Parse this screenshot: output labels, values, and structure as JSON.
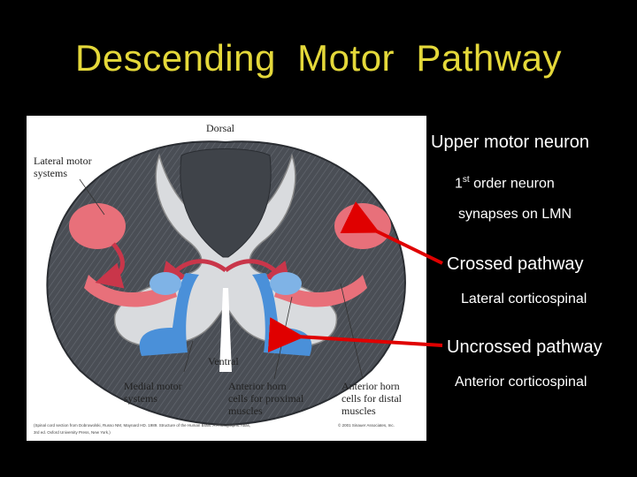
{
  "slide": {
    "title": "Descending  Motor  Pathway"
  },
  "figure": {
    "labels": {
      "dorsal": "Dorsal",
      "ventral": "Ventral",
      "lateral_motor_1": "Lateral motor",
      "lateral_motor_2": "systems",
      "medial_motor_1": "Medial motor",
      "medial_motor_2": "systems",
      "anterior_prox_1": "Anterior horn",
      "anterior_prox_2": "cells for proximal",
      "anterior_prox_3": "muscles",
      "anterior_dist_1": "Anterior horn",
      "anterior_dist_2": "cells for distal",
      "anterior_dist_3": "muscles"
    },
    "credit_line_1": "(Spinal cord section from Dobrowolski, Russo NM, Maynard HD. 1989. Structure of the Human Brain: A Photographic Atlas,",
    "credit_line_2": "3rd ed. Oxford University Press, New York.)",
    "copyright": "© 2001 Sinauer Associates, Inc."
  },
  "annotations": {
    "upper_motor_neuron": "Upper motor neuron",
    "first_order_base": "1",
    "first_order_sup": "st",
    "first_order_rest": " order neuron",
    "synapses": "synapses on LMN",
    "crossed": "Crossed pathway",
    "lateral_cs": "Lateral corticospinal",
    "uncrossed": "Uncrossed pathway",
    "anterior_cs": "Anterior corticospinal"
  },
  "colors": {
    "title": "#e4d83a",
    "background": "#000000",
    "lateral_pathway": "#e8707a",
    "medial_pathway": "#4a90d9",
    "arrow": "#e00000"
  }
}
